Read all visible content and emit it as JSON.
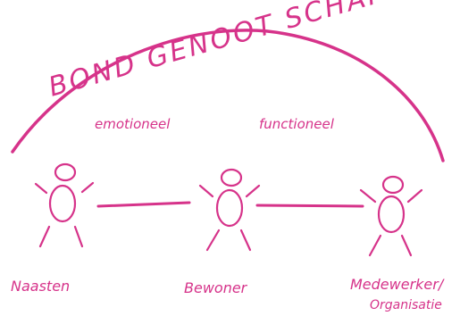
{
  "diagram": {
    "title": "BOND GENOOT SCHAP",
    "relations": [
      {
        "label": "emotioneel"
      },
      {
        "label": "functioneel"
      }
    ],
    "actors": [
      {
        "label": "Naasten"
      },
      {
        "label": "Bewoner"
      },
      {
        "label": "Medewerker/",
        "label_line2": "Organisatie"
      }
    ],
    "ink_color": "#d6338a"
  }
}
